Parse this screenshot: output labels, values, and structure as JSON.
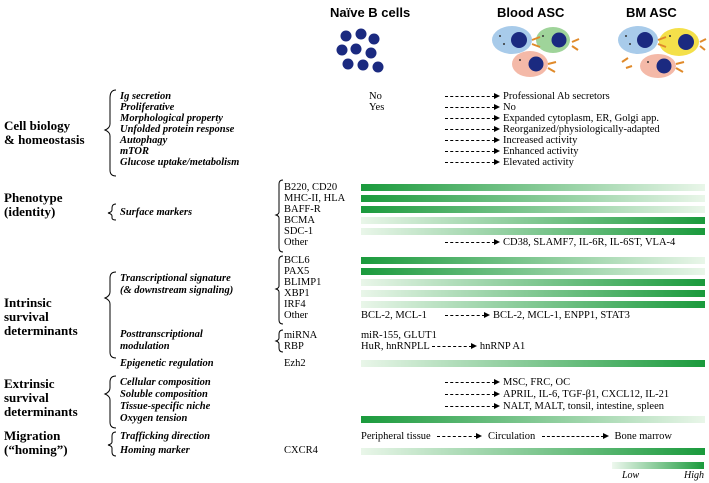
{
  "headers": {
    "naive": "Naïve B cells",
    "blood": "Blood ASC",
    "bm": "BM ASC"
  },
  "sections": {
    "cell_biology": "Cell biology\n& homeostasis",
    "phenotype": "Phenotype\n(identity)",
    "intrinsic": "Intrinsic\nsurvival\ndeterminants",
    "extrinsic": "Extrinsic\nsurvival\ndeterminants",
    "migration": "Migration\n(“homing”)"
  },
  "cell_biology_items": [
    {
      "label": "Ig secretion",
      "naive": "No",
      "asc": "Professional Ab secretors"
    },
    {
      "label": "Proliferative",
      "naive": "Yes",
      "asc": "No"
    },
    {
      "label": "Morphological property",
      "naive": "",
      "asc": "Expanded cytoplasm, ER, Golgi app."
    },
    {
      "label": "Unfolded protein response",
      "naive": "",
      "asc": "Reorganized/physiologically-adapted"
    },
    {
      "label": "Autophagy",
      "naive": "",
      "asc": "Increased activity"
    },
    {
      "label": "mTOR",
      "naive": "",
      "asc": "Enhanced activity"
    },
    {
      "label": "Glucose uptake/metabolism",
      "naive": "",
      "asc": "Elevated activity"
    }
  ],
  "phenotype": {
    "category": "Surface markers",
    "markers": [
      "B220, CD20",
      "MHC-II, HLA",
      "BAFF-R",
      "BCMA",
      "SDC-1",
      "Other"
    ],
    "other_asc": "CD38, SLAMF7, IL-6R, IL-6ST, VLA-4"
  },
  "intrinsic": {
    "transcriptional_label": "Transcriptional signature\n(& downstream signaling)",
    "tf_markers": [
      "BCL6",
      "PAX5",
      "BLIMP1",
      "XBP1",
      "IRF4",
      "Other"
    ],
    "other_naive": "BCL-2, MCL-1",
    "other_asc": "BCL-2, MCL-1, ENPP1, STAT3",
    "posttranscriptional_label": "Posttranscriptional\nmodulation",
    "post_markers": [
      "miRNA",
      "RBP"
    ],
    "mirna_value": "miR-155, GLUT1",
    "rbp_naive": "HuR, hnRNPLL",
    "rbp_asc": "hnRNP A1",
    "epigenetic_label": "Epigenetic regulation",
    "epigenetic_marker": "Ezh2"
  },
  "extrinsic": {
    "items": [
      "Cellular composition",
      "Soluble composition",
      "Tissue-specific niche",
      "Oxygen tension"
    ],
    "values": [
      "MSC, FRC, OC",
      "APRIL, IL-6, TGF-β1, CXCL12, IL-21",
      "NALT, MALT, tonsil, intestine, spleen"
    ]
  },
  "migration": {
    "items": [
      "Trafficking direction",
      "Homing marker"
    ],
    "homing_marker": "CXCR4",
    "path": [
      "Peripheral tissue",
      "Circulation",
      "Bone marrow"
    ]
  },
  "legend": {
    "low": "Low",
    "high": "High"
  },
  "colors": {
    "green": "#1a9a3c",
    "light": "#eef8ee",
    "cell_dark": "#1b2a80"
  },
  "gradients": [
    {
      "row": "B220, CD20",
      "direction": "decreasing"
    },
    {
      "row": "MHC-II, HLA",
      "direction": "decreasing"
    },
    {
      "row": "BAFF-R",
      "direction": "decreasing"
    },
    {
      "row": "BCMA",
      "direction": "increasing"
    },
    {
      "row": "SDC-1",
      "direction": "increasing"
    },
    {
      "row": "BCL6",
      "direction": "decreasing"
    },
    {
      "row": "PAX5",
      "direction": "decreasing"
    },
    {
      "row": "BLIMP1",
      "direction": "increasing"
    },
    {
      "row": "XBP1",
      "direction": "increasing"
    },
    {
      "row": "IRF4",
      "direction": "increasing"
    },
    {
      "row": "Epigenetic regulation",
      "direction": "increasing"
    },
    {
      "row": "Oxygen tension",
      "direction": "decreasing"
    },
    {
      "row": "Homing marker",
      "direction": "increasing"
    }
  ]
}
